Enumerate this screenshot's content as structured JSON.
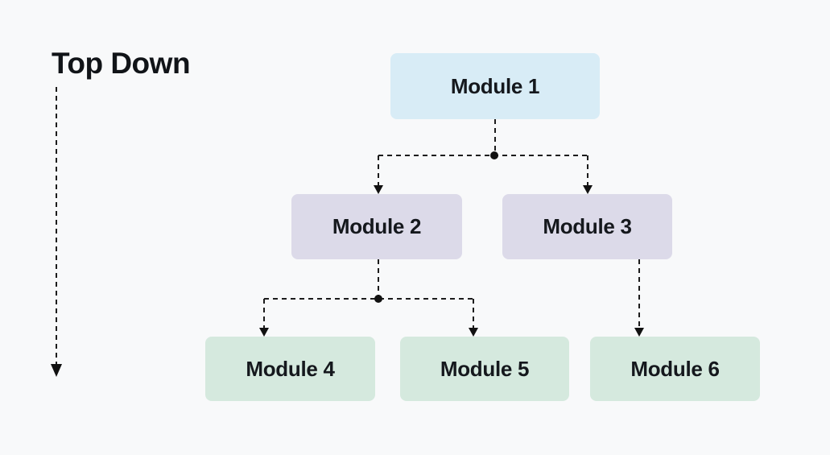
{
  "page": {
    "title": "Top Down",
    "background": "#f8f9fa"
  },
  "diagram": {
    "type": "top-down-hierarchy",
    "line_color": "#1c1c1c",
    "text_color": "#15181d",
    "nodes": [
      {
        "id": "module-1",
        "label": "Module 1",
        "level": 1,
        "fill": "#d8ecf6"
      },
      {
        "id": "module-2",
        "label": "Module 2",
        "level": 2,
        "fill": "#dcdae9"
      },
      {
        "id": "module-3",
        "label": "Module 3",
        "level": 2,
        "fill": "#dcdae9"
      },
      {
        "id": "module-4",
        "label": "Module 4",
        "level": 3,
        "fill": "#d5e9de"
      },
      {
        "id": "module-5",
        "label": "Module 5",
        "level": 3,
        "fill": "#d5e9de"
      },
      {
        "id": "module-6",
        "label": "Module 6",
        "level": 3,
        "fill": "#d5e9de"
      }
    ],
    "edges": [
      {
        "from": "Module 1",
        "to": "Module 2"
      },
      {
        "from": "Module 1",
        "to": "Module 3"
      },
      {
        "from": "Module 2",
        "to": "Module 4"
      },
      {
        "from": "Module 2",
        "to": "Module 5"
      },
      {
        "from": "Module 3",
        "to": "Module 6"
      }
    ]
  }
}
